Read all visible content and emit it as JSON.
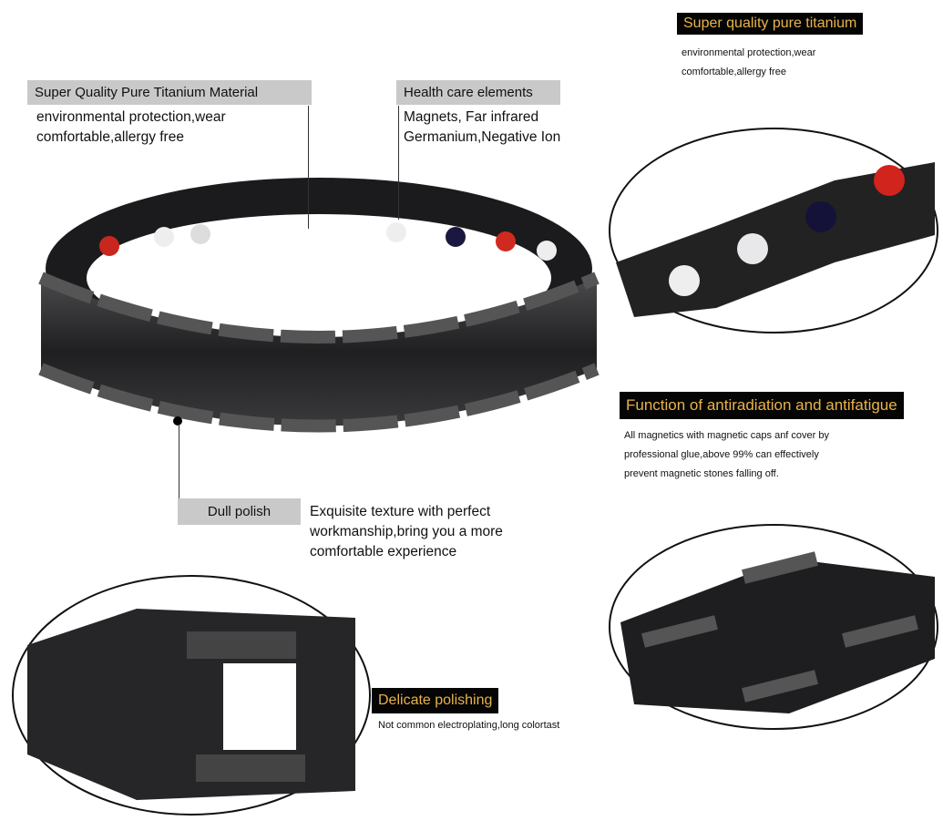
{
  "labels": {
    "top_right": {
      "title": "Super quality pure titanium",
      "lines": [
        "environmental protection,wear",
        "comfortable,allergy free"
      ]
    },
    "material": {
      "title": "Super Quality Pure Titanium Material",
      "lines": [
        "environmental protection,wear",
        "comfortable,allergy free"
      ]
    },
    "health": {
      "title": "Health care elements",
      "lines": [
        "Magnets, Far infrared",
        "Germanium,Negative Ion"
      ]
    },
    "dull": {
      "title": "Dull polish",
      "lines": [
        "Exquisite texture with perfect",
        "workmanship,bring you a more",
        "comfortable experience"
      ]
    },
    "function": {
      "title": "Function of antiradiation and antifatigue",
      "lines": [
        "All magnetics with magnetic caps anf cover by",
        "professional glue,above 99% can effectively",
        "prevent magnetic stones falling off."
      ]
    },
    "polishing": {
      "title": "Delicate polishing",
      "lines": [
        "Not common electroplating,long colortast"
      ]
    }
  },
  "colors": {
    "accent_gold": "#e8b34a",
    "label_gray": "#c9c9c9",
    "metal": "#2a2a2c"
  }
}
